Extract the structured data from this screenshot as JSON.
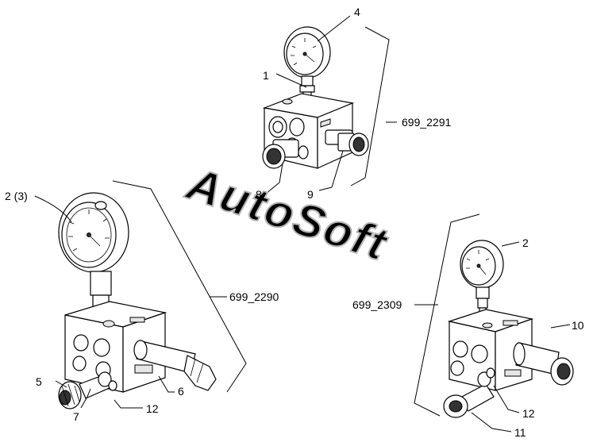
{
  "watermark": "AutoSoft",
  "assemblies": [
    {
      "id": "top",
      "reference": "699_2291",
      "callouts": [
        "4",
        "1",
        "8",
        "9"
      ]
    },
    {
      "id": "left",
      "reference": "699_2290",
      "callouts": [
        "2 (3)",
        "5",
        "7",
        "12",
        "6"
      ]
    },
    {
      "id": "right",
      "reference": "699_2309",
      "callouts": [
        "2",
        "10",
        "12",
        "11"
      ]
    }
  ]
}
